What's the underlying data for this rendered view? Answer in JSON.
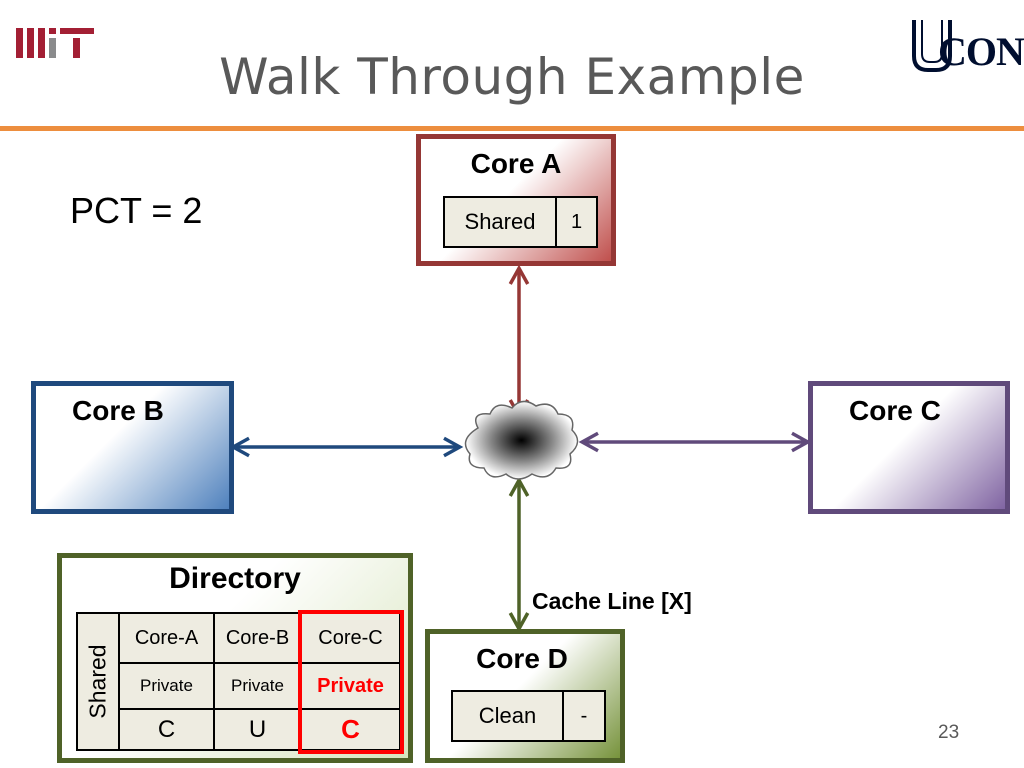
{
  "slide": {
    "title": "Walk Through Example",
    "page_number": "23",
    "pct_label": "PCT = 2"
  },
  "logos": {
    "left": "MIT",
    "right": "UCONN"
  },
  "colors": {
    "accent_rule": "#ED8E3E",
    "core_a": "#953735",
    "core_b": "#1F497D",
    "core_c": "#604A7B",
    "core_d": "#4F6228",
    "highlight": "#FF0000"
  },
  "core_a": {
    "label": "Core A",
    "state": "Shared",
    "count": "1"
  },
  "core_b": {
    "label": "Core B"
  },
  "core_c": {
    "label": "Core C"
  },
  "core_d": {
    "label": "Core D",
    "state": "Clean",
    "count": "-"
  },
  "network": {
    "icon": "cloud-icon",
    "link_label": "Cache Line [X]"
  },
  "directory": {
    "title": "Directory",
    "state": "Shared",
    "columns": [
      {
        "core": "Core-A",
        "mode": "Private",
        "tag": "C",
        "highlight": false
      },
      {
        "core": "Core-B",
        "mode": "Private",
        "tag": "U",
        "highlight": false
      },
      {
        "core": "Core-C",
        "mode": "Private",
        "tag": "C",
        "highlight": true
      }
    ]
  }
}
